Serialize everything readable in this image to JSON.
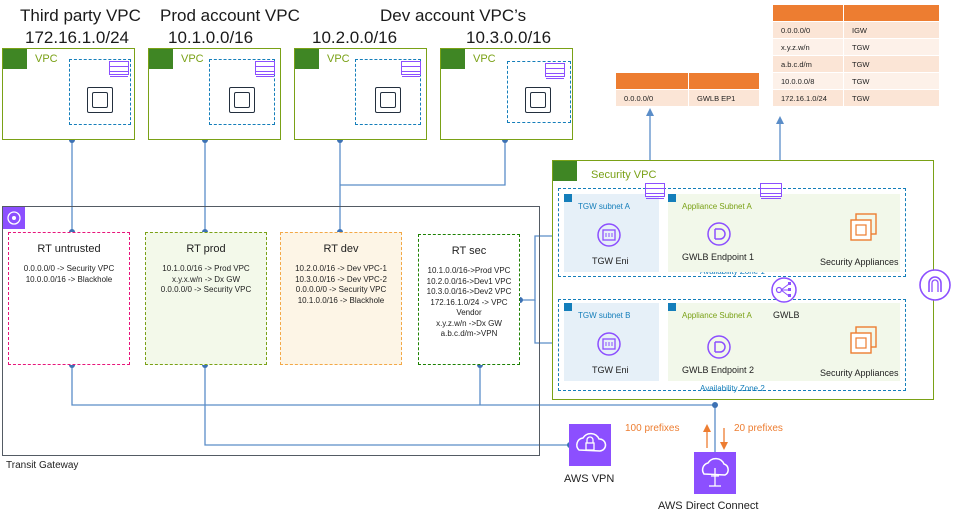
{
  "headers": {
    "third_party_vpc": "Third party VPC",
    "third_party_cidr": "172.16.1.0/24",
    "prod_vpc": "Prod account VPC",
    "prod_cidr": "10.1.0.0/16",
    "dev_vpcs": "Dev account VPC’s",
    "dev_cidr_1": "10.2.0.0/16",
    "dev_cidr_2": "10.3.0.0/16"
  },
  "vpc_label": "VPC",
  "security_vpc_label": "Security VPC",
  "transit_gateway_label": "Transit Gateway",
  "route_tables": [
    {
      "title": "RT untrusted",
      "routes": [
        "0.0.0.0/0 -> Security VPC",
        "10.0.0.0/16 -> Blackhole"
      ]
    },
    {
      "title": "RT prod",
      "routes": [
        "10.1.0.0/16 -> Prod VPC",
        "x.y.x.w/n -> Dx GW",
        "0.0.0.0/0 -> Security VPC"
      ]
    },
    {
      "title": "RT dev",
      "routes": [
        "10.2.0.0/16 -> Dev VPC-1",
        "10.3.0.0/16 -> Dev VPC-2",
        "0.0.0.0/0 -> Security VPC",
        "10.1.0.0/16 -> Blackhole"
      ]
    },
    {
      "title": "RT sec",
      "routes": [
        "10.1.0.0/16->Prod VPC",
        "10.2.0.0/16->Dev1 VPC",
        "10.3.0.0/16->Dev2 VPC",
        "172.16.1.0/24 -> VPC",
        "Vendor",
        "x.y.z.w/n ->Dx GW",
        "a.b.c.d/m->VPN"
      ]
    }
  ],
  "gwlb_route_table": {
    "rows": [
      [
        "0.0.0.0/0",
        "GWLB EP1"
      ]
    ]
  },
  "igw_route_table": {
    "rows": [
      [
        "0.0.0.0/0",
        "IGW"
      ],
      [
        "x.y.z.w/n",
        "TGW"
      ],
      [
        "a.b.c.d/m",
        "TGW"
      ],
      [
        "10.0.0.0/8",
        "TGW"
      ],
      [
        "172.16.1.0/24",
        "TGW"
      ]
    ]
  },
  "security": {
    "tgw_subnet_a": "TGW subnet A",
    "tgw_subnet_b": "TGW subnet B",
    "appliance_subnet_a_1": "Appliance Subnet A",
    "appliance_subnet_a_2": "Appliance Subnet A",
    "tgw_eni_1": "TGW Eni",
    "tgw_eni_2": "TGW Eni",
    "gwlb_endpoint_1": "GWLB Endpoint 1",
    "gwlb_endpoint_2": "GWLB Endpoint 2",
    "security_appliances_1": "Security Appliances",
    "security_appliances_2": "Security Appliances",
    "gwlb": "GWLB",
    "az1": "Availability Zone 1",
    "az2": "Availability Zone 2"
  },
  "bottom": {
    "aws_vpn": "AWS VPN",
    "aws_direct_connect": "AWS Direct Connect",
    "prefixes_100": "100 prefixes",
    "prefixes_20": "20 prefixes"
  },
  "colors": {
    "vpc_green": "#7aa116",
    "rt_untrusted": "#e7157b",
    "rt_prod": "#7aa116",
    "rt_dev": "#f3a847",
    "rt_sec": "#1d8102",
    "orange": "#ed7d31",
    "purple": "#8c4fff"
  }
}
